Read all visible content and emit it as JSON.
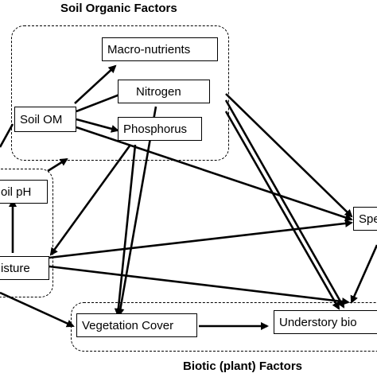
{
  "groups": {
    "soil_organic": {
      "title": "Soil Organic Factors"
    },
    "biotic": {
      "title": "Biotic (plant) Factors"
    }
  },
  "nodes": {
    "macro": "Macro-nutrients",
    "nitrogen": "Nitrogen",
    "soil_om": "Soil OM",
    "phosphorus": "Phosphorus",
    "soil_ph": "oil pH",
    "moisture": "isture",
    "species": "Spe",
    "vegetation": "Vegetation Cover",
    "understory": "Understory bio"
  },
  "colors": {
    "line": "#000000",
    "background": "#ffffff"
  }
}
